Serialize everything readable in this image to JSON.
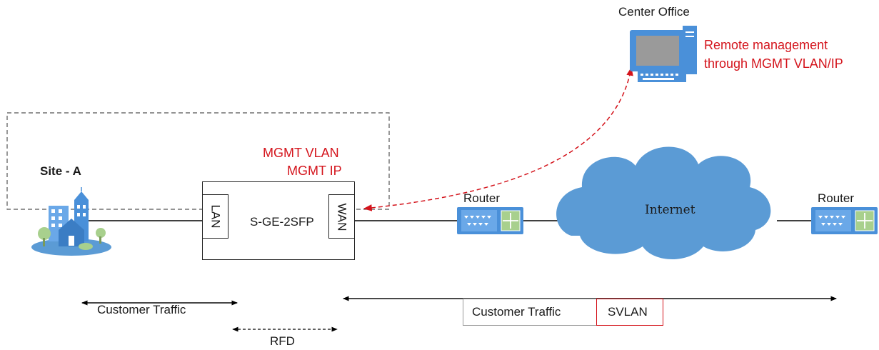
{
  "center_office": {
    "title": "Center Office",
    "note_line1": "Remote management",
    "note_line2": "through MGMT VLAN/IP"
  },
  "site": {
    "label": "Site - A"
  },
  "device": {
    "name": "S-GE-2SFP",
    "lan_port": "LAN",
    "wan_port": "WAN",
    "mgmt_vlan": "MGMT VLAN",
    "mgmt_ip": "MGMT IP"
  },
  "network": {
    "router_left": "Router",
    "router_right": "Router",
    "cloud": "Internet"
  },
  "legend": {
    "customer_traffic_left": "Customer Traffic",
    "rfd": "RFD",
    "customer_traffic_right": "Customer Traffic",
    "svlan": "SVLAN"
  },
  "colors": {
    "accent_red": "#d4141c",
    "cloud_blue": "#5b9bd5",
    "device_blue": "#4a90d9"
  }
}
